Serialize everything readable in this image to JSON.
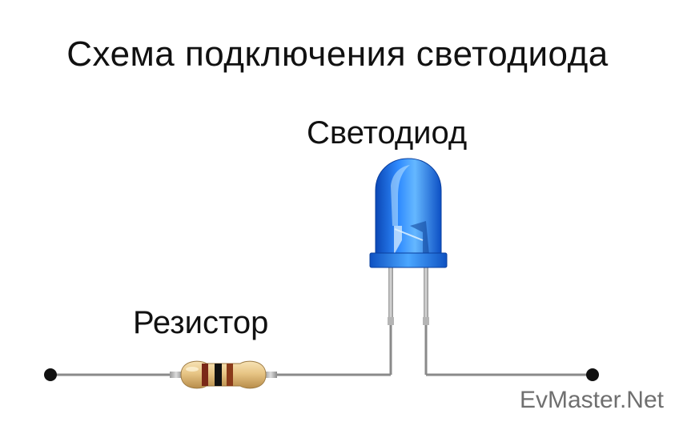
{
  "diagram": {
    "title": "Схема подключения светодиода",
    "led_label": "Светодиод",
    "resistor_label": "Резистор",
    "watermark": "EvMaster.Net",
    "colors": {
      "led_body": "#1e73e8",
      "led_highlight": "#8fd0ff",
      "wire": "#8a8a8a",
      "resistor_body": "#e8c98e",
      "band_1": "#7a2818",
      "band_2": "#111111",
      "band_3": "#8a3a1a"
    }
  }
}
